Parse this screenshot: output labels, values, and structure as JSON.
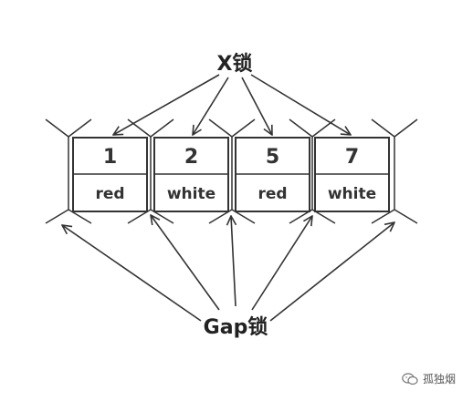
{
  "x_lock": {
    "label": "X锁"
  },
  "gap_lock": {
    "label": "Gap锁"
  },
  "records": [
    {
      "id": "1",
      "color": "red"
    },
    {
      "id": "2",
      "color": "white"
    },
    {
      "id": "5",
      "color": "red"
    },
    {
      "id": "7",
      "color": "white"
    }
  ],
  "watermark": {
    "text": "孤独烟",
    "icon": "wechat-icon"
  },
  "colors": {
    "stroke": "#333333",
    "background": "#ffffff"
  }
}
